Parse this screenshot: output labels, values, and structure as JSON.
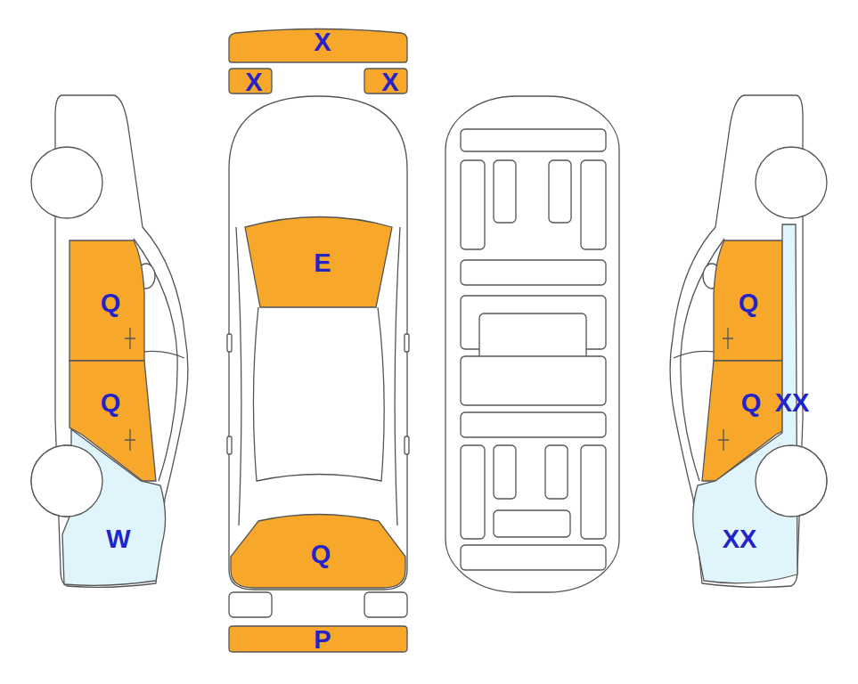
{
  "diagram": {
    "nodes": [
      {
        "text": [
          "X"
        ]
      },
      {
        "text": [
          "X"
        ]
      },
      {
        "text": [
          "X"
        ]
      },
      {
        "text": [
          "Q"
        ]
      },
      {
        "text": [
          "Q"
        ]
      },
      {
        "text": [
          "W"
        ]
      },
      {
        "text": [
          "E"
        ]
      },
      {
        "text": [
          "Q"
        ]
      },
      {
        "text": [
          "P"
        ]
      },
      {
        "text": [
          "Q"
        ]
      },
      {
        "text": [
          "Q"
        ]
      },
      {
        "text": [
          "XX",
          "XX"
        ]
      }
    ]
  }
}
